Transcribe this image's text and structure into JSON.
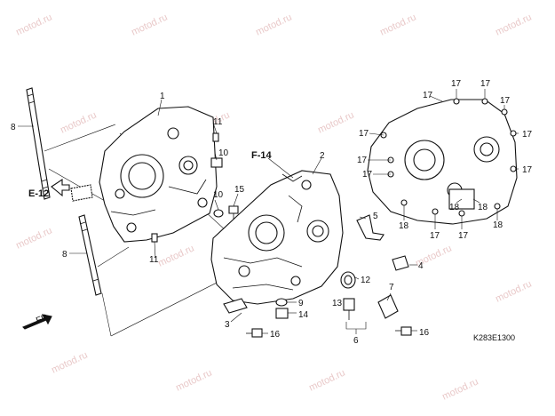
{
  "diagram": {
    "callouts": {
      "c1": "1",
      "c2": "2",
      "c3": "3",
      "c4": "4",
      "c5": "5",
      "c6": "6",
      "c7": "7",
      "c8": "8",
      "c9": "9",
      "c10": "10",
      "c11": "11",
      "c12": "12",
      "c13": "13",
      "c14": "14",
      "c15": "15",
      "c16": "16",
      "c17": "17",
      "c18": "18"
    },
    "refs": {
      "e12": "E-12",
      "f14": "F-14",
      "fr": "FR."
    },
    "drawing_code": "K283E1300",
    "watermark": "motod.ru"
  }
}
